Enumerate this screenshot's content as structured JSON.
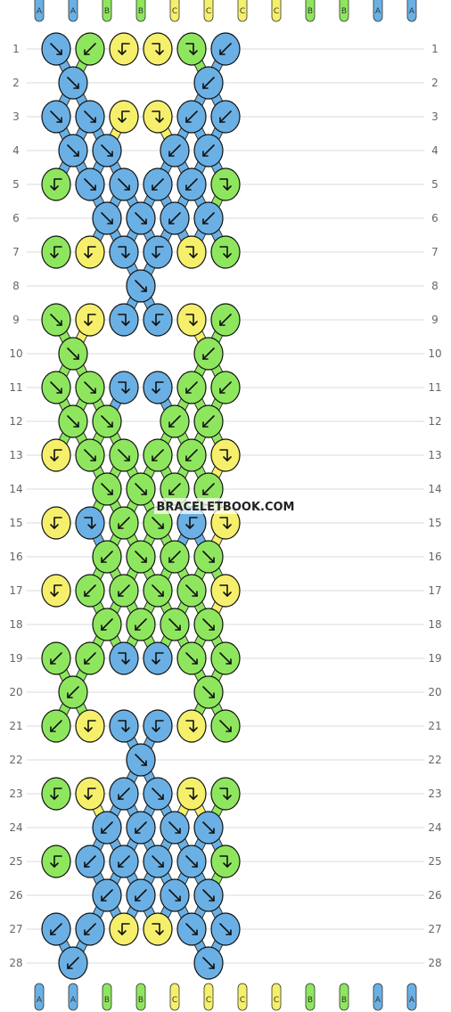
{
  "colors": {
    "A": "#6ab0e4",
    "B": "#8ee65e",
    "C": "#f5ef6b"
  },
  "watermark": "BRACELETBOOK.COM",
  "row_labels": [
    "1",
    "2",
    "3",
    "4",
    "5",
    "6",
    "7",
    "8",
    "9",
    "10",
    "11",
    "12",
    "13",
    "14",
    "15",
    "16",
    "17",
    "18",
    "19",
    "20",
    "21",
    "22",
    "23",
    "24",
    "25",
    "26",
    "27",
    "28"
  ],
  "top_strands": [
    "A",
    "A",
    "B",
    "B",
    "C",
    "C",
    "C",
    "C",
    "B",
    "B",
    "A",
    "A"
  ],
  "bottom_strands": [
    "A",
    "A",
    "B",
    "B",
    "C",
    "C",
    "C",
    "C",
    "B",
    "B",
    "A",
    "A"
  ],
  "rows": [
    [
      [
        "A",
        "dr"
      ],
      [
        "B",
        "dl"
      ],
      [
        "C",
        "ld"
      ],
      [
        "C",
        "rd"
      ],
      [
        "B",
        "rd"
      ],
      [
        "A",
        "dl"
      ]
    ],
    [
      [
        "A",
        "dr"
      ],
      [
        "A",
        "dl"
      ]
    ],
    [
      [
        "A",
        "dr"
      ],
      [
        "A",
        "dr"
      ],
      [
        "C",
        "ld"
      ],
      [
        "C",
        "rd"
      ],
      [
        "A",
        "dl"
      ],
      [
        "A",
        "dl"
      ]
    ],
    [
      [
        "A",
        "dr"
      ],
      [
        "A",
        "dr"
      ],
      [
        "A",
        "dl"
      ],
      [
        "A",
        "dl"
      ]
    ],
    [
      [
        "B",
        "ld"
      ],
      [
        "A",
        "dr"
      ],
      [
        "A",
        "dr"
      ],
      [
        "A",
        "dl"
      ],
      [
        "A",
        "dl"
      ],
      [
        "B",
        "rd"
      ]
    ],
    [
      [
        "A",
        "dr"
      ],
      [
        "A",
        "dr"
      ],
      [
        "A",
        "dl"
      ],
      [
        "A",
        "dl"
      ]
    ],
    [
      [
        "B",
        "ld"
      ],
      [
        "C",
        "ld"
      ],
      [
        "A",
        "rd"
      ],
      [
        "A",
        "ld"
      ],
      [
        "C",
        "rd"
      ],
      [
        "B",
        "rd"
      ]
    ],
    [
      [
        "A",
        "dr"
      ]
    ],
    [
      [
        "B",
        "dr"
      ],
      [
        "C",
        "ld"
      ],
      [
        "A",
        "rd"
      ],
      [
        "A",
        "ld"
      ],
      [
        "C",
        "rd"
      ],
      [
        "B",
        "dl"
      ]
    ],
    [
      [
        "B",
        "dr"
      ],
      [
        "B",
        "dl"
      ]
    ],
    [
      [
        "B",
        "dr"
      ],
      [
        "B",
        "dr"
      ],
      [
        "A",
        "rd"
      ],
      [
        "A",
        "ld"
      ],
      [
        "B",
        "dl"
      ],
      [
        "B",
        "dl"
      ]
    ],
    [
      [
        "B",
        "dr"
      ],
      [
        "B",
        "dr"
      ],
      [
        "B",
        "dl"
      ],
      [
        "B",
        "dl"
      ]
    ],
    [
      [
        "C",
        "ld"
      ],
      [
        "B",
        "dr"
      ],
      [
        "B",
        "dr"
      ],
      [
        "B",
        "dl"
      ],
      [
        "B",
        "dl"
      ],
      [
        "C",
        "rd"
      ]
    ],
    [
      [
        "B",
        "dr"
      ],
      [
        "B",
        "dr"
      ],
      [
        "B",
        "dl"
      ],
      [
        "B",
        "dl"
      ]
    ],
    [
      [
        "C",
        "ld"
      ],
      [
        "A",
        "rd"
      ],
      [
        "B",
        "dl"
      ],
      [
        "B",
        "dr"
      ],
      [
        "A",
        "ld"
      ],
      [
        "C",
        "rd"
      ]
    ],
    [
      [
        "B",
        "dl"
      ],
      [
        "B",
        "dr"
      ],
      [
        "B",
        "dl"
      ],
      [
        "B",
        "dr"
      ]
    ],
    [
      [
        "C",
        "ld"
      ],
      [
        "B",
        "dl"
      ],
      [
        "B",
        "dl"
      ],
      [
        "B",
        "dr"
      ],
      [
        "B",
        "dr"
      ],
      [
        "C",
        "rd"
      ]
    ],
    [
      [
        "B",
        "dl"
      ],
      [
        "B",
        "dl"
      ],
      [
        "B",
        "dr"
      ],
      [
        "B",
        "dr"
      ]
    ],
    [
      [
        "B",
        "dl"
      ],
      [
        "B",
        "dl"
      ],
      [
        "A",
        "rd"
      ],
      [
        "A",
        "ld"
      ],
      [
        "B",
        "dr"
      ],
      [
        "B",
        "dr"
      ]
    ],
    [
      [
        "B",
        "dl"
      ],
      [
        "B",
        "dr"
      ]
    ],
    [
      [
        "B",
        "dl"
      ],
      [
        "C",
        "ld"
      ],
      [
        "A",
        "rd"
      ],
      [
        "A",
        "ld"
      ],
      [
        "C",
        "rd"
      ],
      [
        "B",
        "dr"
      ]
    ],
    [
      [
        "A",
        "dr"
      ]
    ],
    [
      [
        "B",
        "ld"
      ],
      [
        "C",
        "ld"
      ],
      [
        "A",
        "dl"
      ],
      [
        "A",
        "dr"
      ],
      [
        "C",
        "rd"
      ],
      [
        "B",
        "rd"
      ]
    ],
    [
      [
        "A",
        "dl"
      ],
      [
        "A",
        "dl"
      ],
      [
        "A",
        "dr"
      ],
      [
        "A",
        "dr"
      ]
    ],
    [
      [
        "B",
        "ld"
      ],
      [
        "A",
        "dl"
      ],
      [
        "A",
        "dl"
      ],
      [
        "A",
        "dr"
      ],
      [
        "A",
        "dr"
      ],
      [
        "B",
        "rd"
      ]
    ],
    [
      [
        "A",
        "dl"
      ],
      [
        "A",
        "dl"
      ],
      [
        "A",
        "dr"
      ],
      [
        "A",
        "dr"
      ]
    ],
    [
      [
        "A",
        "dl"
      ],
      [
        "A",
        "dl"
      ],
      [
        "C",
        "ld"
      ],
      [
        "C",
        "rd"
      ],
      [
        "A",
        "dr"
      ],
      [
        "A",
        "dr"
      ]
    ],
    [
      [
        "A",
        "dl"
      ],
      [
        "A",
        "dr"
      ]
    ]
  ]
}
